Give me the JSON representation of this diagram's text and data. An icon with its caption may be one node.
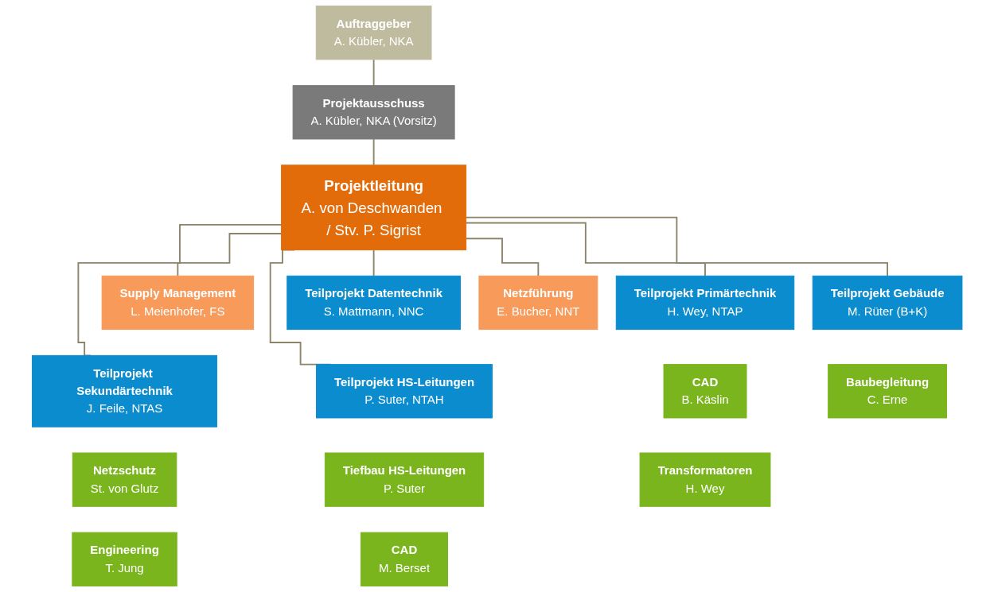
{
  "diagram": {
    "nodes": [
      {
        "text": [
          "Auftraggeber",
          "A. Kübler, NKA"
        ]
      },
      {
        "text": [
          "Projektausschuss",
          "A. Kübler, NKA (Vorsitz)"
        ]
      },
      {
        "text": [
          "Projektleitung",
          "A. von Deschwanden / Stv. P. Sigrist"
        ]
      },
      {
        "text": [
          "Supply Management",
          "L. Meienhofer, FS"
        ]
      },
      {
        "text": [
          "Netzführung",
          "E. Bucher, NNT"
        ]
      },
      {
        "text": [
          "Teilprojekt Primärtechnik",
          "H. Wey, NTAP"
        ]
      },
      {
        "text": [
          "Teilprojekt Sekundärtechnik",
          "J. Feile, NTAS"
        ]
      },
      {
        "text": [
          "Teilprojekt Datentechnik",
          "S. Mattmann, NNC"
        ]
      },
      {
        "text": [
          "Teilprojekt HS-Leitungen",
          "P. Suter, NTAH"
        ]
      },
      {
        "text": [
          "Teilprojekt Gebäude",
          "M. Rüter (B+K)"
        ]
      },
      {
        "text": [
          "CAD",
          "B. Käslin"
        ]
      },
      {
        "text": [
          "Netzschutz",
          "St. von Glutz"
        ]
      },
      {
        "text": [
          "Tiefbau HS-Leitungen",
          "P. Suter"
        ]
      },
      {
        "text": [
          "Baubegleitung",
          "C. Erne"
        ]
      },
      {
        "text": [
          "Transformatoren",
          "H. Wey"
        ]
      },
      {
        "text": [
          "Engineering",
          "T. Jung"
        ]
      },
      {
        "text": [
          "CAD",
          "M. Berset"
        ]
      }
    ],
    "edges": [
      {
        "from": 0,
        "to": 1,
        "arrow": "none"
      },
      {
        "from": 1,
        "to": 2,
        "arrow": "none"
      },
      {
        "from": 2,
        "to": 3,
        "arrow": "none"
      },
      {
        "from": 2,
        "to": 4,
        "arrow": "none"
      },
      {
        "from": 2,
        "to": 5,
        "arrow": "none"
      },
      {
        "from": 2,
        "to": 6,
        "arrow": "none"
      },
      {
        "from": 2,
        "to": 7,
        "arrow": "none"
      },
      {
        "from": 2,
        "to": 8,
        "arrow": "none"
      },
      {
        "from": 2,
        "to": 9,
        "arrow": "none"
      }
    ]
  }
}
